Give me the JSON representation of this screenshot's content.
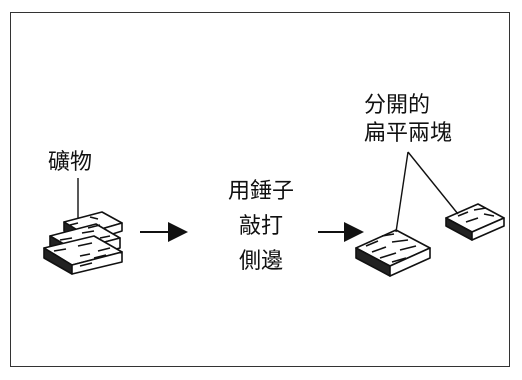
{
  "labels": {
    "mineral": "礦物",
    "action_line1": "用錘子",
    "action_line2": "敲打",
    "action_line3": "側邊",
    "result_line1": "分開的",
    "result_line2": "扁平兩塊"
  },
  "colors": {
    "ink": "#111111",
    "frame": "#333333",
    "background": "#ffffff"
  }
}
